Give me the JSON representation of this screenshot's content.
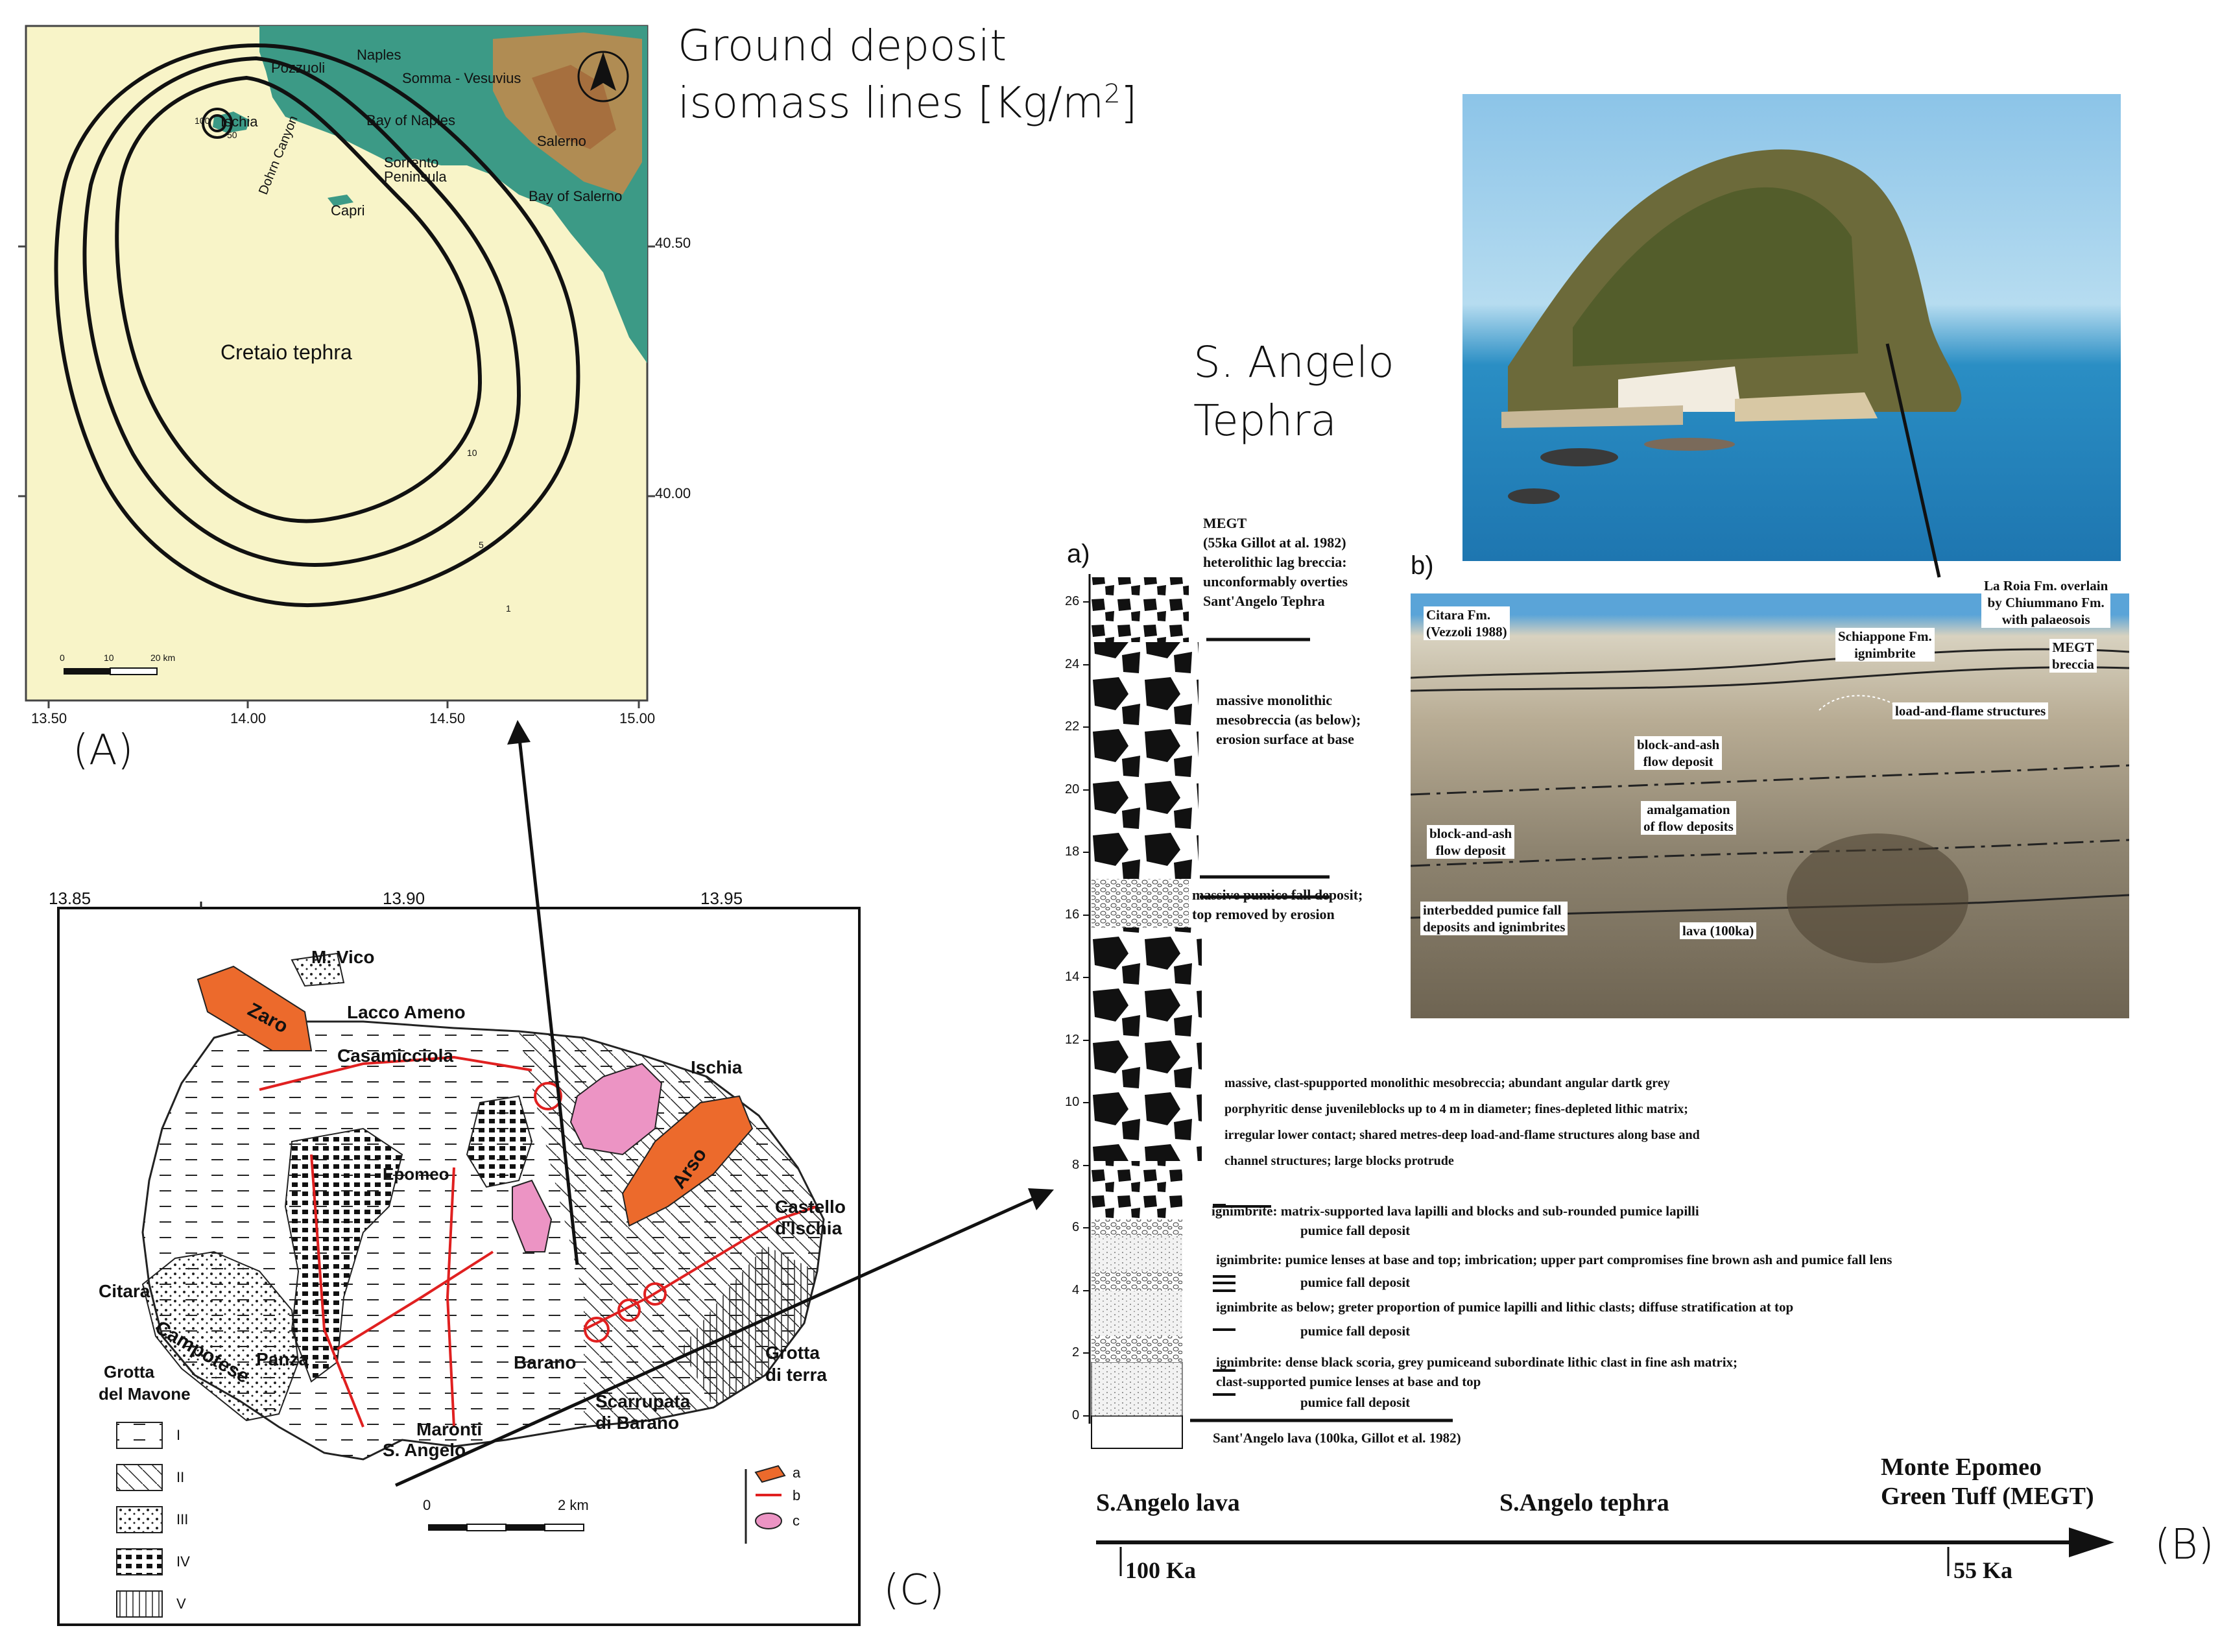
{
  "panelA": {
    "title_line1": "Ground deposit",
    "title_line2": "isomass lines [Kg/m",
    "title_sup": "2",
    "title_end": "]",
    "panel_label": "(A)",
    "places": [
      "Pozzuoli",
      "Naples",
      "Somma - Vesuvius",
      "Ischia",
      "Bay of Naples",
      "Sorrento",
      "Peninsula",
      "Dohrn Canyon",
      "Capri",
      "Salerno",
      "Bay of Salerno",
      "Cretaio tephra"
    ],
    "contour_labels": [
      "100",
      "50",
      "10",
      "5",
      "1"
    ],
    "lat_ticks": [
      "40.50",
      "40.00"
    ],
    "lon_ticks": [
      "13.50",
      "14.00",
      "14.50",
      "15.00"
    ],
    "scale_labels": [
      "0",
      "10",
      "20 km"
    ],
    "colors": {
      "sea": "#f8f4c8",
      "land": "#3c9a86",
      "land_high": "#c48a4a"
    }
  },
  "panelC": {
    "panel_label": "(C)",
    "lon_ticks": [
      "13.85",
      "13.90",
      "13.95"
    ],
    "places": [
      "M. Vico",
      "Lacco Ameno",
      "Zaro",
      "Casamicciola",
      "Ischia",
      "Arso",
      "Epomeo",
      "Castello",
      "d'Ischia",
      "Citara",
      "Campotese",
      "Panza",
      "Barano",
      "Grotta",
      "di terra",
      "Grotta",
      "del Mavone",
      "Maronti",
      "S. Angelo",
      "Scarrupata",
      "di Barano"
    ],
    "legend_units": [
      "I",
      "II",
      "III",
      "IV",
      "V"
    ],
    "legend_symbols": [
      "a",
      "b",
      "c"
    ],
    "scale_labels": [
      "0",
      "2 km"
    ],
    "colors": {
      "vent": "#ec6a2c",
      "fault": "#e02020",
      "pink": "#ec94c4"
    }
  },
  "panelB": {
    "panel_label": "(B)",
    "title_line1": "S. Angelo",
    "title_line2": "Tephra",
    "sublabel_a": "a)",
    "sublabel_b": "b)",
    "y_ticks": [
      "0",
      "2",
      "4",
      "6",
      "8",
      "10",
      "12",
      "14",
      "16",
      "18",
      "20",
      "22",
      "24",
      "26"
    ],
    "log_descriptions": [
      "MEGT",
      "(55ka Gillot at al. 1982)",
      "heterolithic lag breccia:",
      "unconformably overties",
      "Sant'Angelo Tephra",
      "massive monolithic",
      "mesobreccia (as below);",
      "erosion surface at base",
      "massive pumice fall deposit;",
      "top removed by erosion",
      "massive, clast-spupported monolithic mesobreccia; abundant angular dartk grey",
      "porphyritic dense juvenileblocks up to 4 m in diameter; fines-depleted lithic matrix;",
      "irregular lower contact; shared metres-deep  load-and-flame structures along base and",
      "channel structures; large blocks protrude",
      "ignimbrite: matrix-supported lava lapilli and blocks and sub-rounded pumice lapilli",
      "pumice fall deposit",
      "ignimbrite: pumice lenses at base and top; imbrication; upper part compromises fine brown ash and pumice fall lens",
      "pumice fall deposit",
      "ignimbrite as below; greter proportion of pumice lapilli and lithic clasts; diffuse stratification at top",
      "pumice fall deposit",
      "ignimbrite: dense black scoria, grey pumiceand subordinate lithic clast in fine ash matrix;",
      "clast-supported pumice lenses at base and top",
      "pumice fall deposit",
      "Sant'Angelo lava (100ka, Gillot et al. 1982)"
    ],
    "photo_labels": [
      "Citara Fm.",
      "(Vezzoli 1988)",
      "La Roia Fm. overlain",
      "by Chiummano Fm.",
      "with palaeosois",
      "Schiappone Fm.",
      "ignimbrite",
      "MEGT",
      "breccia",
      "load-and-flame structures",
      "block-and-ash",
      "flow deposit",
      "amalgamation",
      "of flow deposits",
      "block-and-ash",
      "flow deposit",
      "interbedded pumice fall",
      "deposits and ignimbrites",
      "lava (100ka)"
    ],
    "timeline": {
      "left_label": "S.Angelo lava",
      "mid_label": "S.Angelo tephra",
      "right_label_1": "Monte Epomeo",
      "right_label_2": "Green Tuff (MEGT)",
      "left_age": "100 Ka",
      "right_age": "55 Ka"
    }
  }
}
